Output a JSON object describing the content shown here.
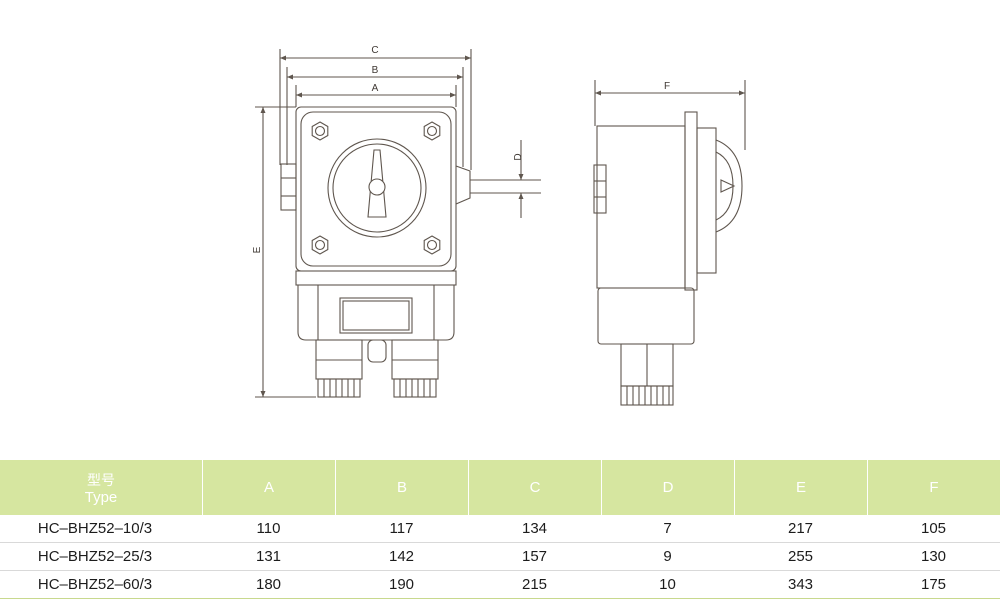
{
  "drawing": {
    "front_view": {
      "label_c": "C",
      "label_b": "B",
      "label_a": "A",
      "label_d": "D",
      "label_e": "E"
    },
    "side_view": {
      "label_f": "F"
    },
    "line_color": "#5f564e"
  },
  "table": {
    "header": {
      "type_cn": "型号",
      "type_en": "Type",
      "columns": [
        "A",
        "B",
        "C",
        "D",
        "E",
        "F"
      ]
    },
    "rows": [
      {
        "model": "HC–BHZ52–10/3",
        "values": [
          110,
          117,
          134,
          7,
          217,
          105
        ]
      },
      {
        "model": "HC–BHZ52–25/3",
        "values": [
          131,
          142,
          157,
          9,
          255,
          130
        ]
      },
      {
        "model": "HC–BHZ52–60/3",
        "values": [
          180,
          190,
          215,
          10,
          343,
          175
        ]
      }
    ],
    "header_color": "#d6e6a0"
  }
}
